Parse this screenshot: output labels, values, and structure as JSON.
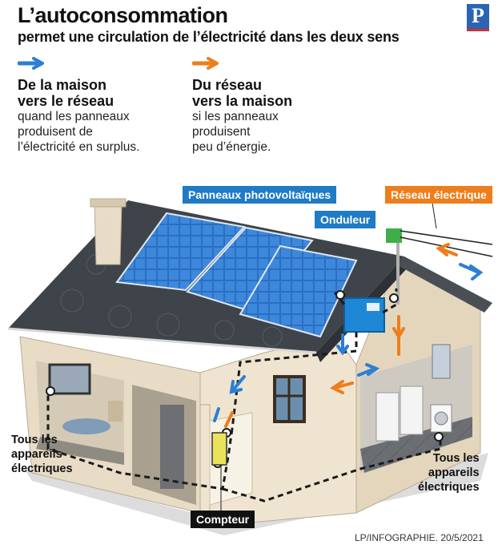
{
  "header": {
    "title": "L’autoconsommation",
    "subtitle": "permet une circulation de l’électricité dans les deux sens",
    "logo_letter": "P"
  },
  "legend": {
    "export": {
      "arrow_color": "#2b7fd4",
      "heading_line1": "De la maison",
      "heading_line2": "vers le réseau",
      "body_line1": "quand les panneaux",
      "body_line2": "produisent de",
      "body_line3": "l’électricité en surplus."
    },
    "import": {
      "arrow_color": "#ee7d1b",
      "heading_line1": "Du réseau",
      "heading_line2": "vers la maison",
      "body_line1": "si les panneaux",
      "body_line2": "produisent",
      "body_line3": "peu d’énergie."
    }
  },
  "labels": {
    "panels": "Panneaux photovoltaïques",
    "grid": "Réseau électrique",
    "inverter": "Onduleur",
    "meter": "Compteur",
    "appliances_left_1": "Tous les",
    "appliances_left_2": "appareils",
    "appliances_left_3": "électriques",
    "appliances_right_1": "Tous les",
    "appliances_right_2": "appareils",
    "appliances_right_3": "électriques"
  },
  "colors": {
    "blue_accent": "#1f7bc6",
    "orange_accent": "#ee7d1b",
    "roof": "#3f444a",
    "wall": "#e7dcc7",
    "panel": "#2a6fc4"
  },
  "credit": "LP/INFOGRAPHIE.  20/5/2021"
}
